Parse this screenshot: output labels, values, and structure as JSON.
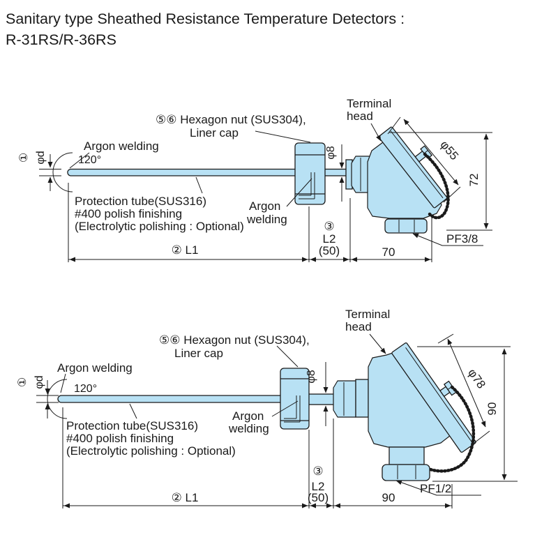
{
  "title": {
    "line1": "Sanitary type Sheathed Resistance Temperature Detectors :",
    "line2": "R-31RS/R-36RS"
  },
  "colors": {
    "steel_fill": "#b8e1f4",
    "line": "#1a1a1a"
  },
  "top": {
    "labels": {
      "argon_tip": "Argon welding",
      "angle": "120°",
      "item1": "①",
      "phi_d": "φd",
      "hexnut1": "⑤⑥ Hexagon nut (SUS304),",
      "hexnut2": "Liner cap",
      "head1": "Terminal",
      "head2": "head",
      "prot1": "Protection tube(SUS316)",
      "prot2": "#400 polish finishing",
      "prot3": "(Electrolytic polishing : Optional)",
      "argon_nut1": "Argon",
      "argon_nut2": "welding",
      "phi8": "φ8",
      "cap_dia": "φ55",
      "head_h": "72",
      "thread": "PF3/8",
      "l1": "② L1",
      "item3": "③",
      "l2": "L2",
      "l2p": "(50)",
      "head_w": "70"
    }
  },
  "bottom": {
    "labels": {
      "argon_tip": "Argon welding",
      "angle": "120°",
      "item1": "①",
      "phi_d": "φd",
      "hexnut1": "⑤⑥ Hexagon nut (SUS304),",
      "hexnut2": "Liner cap",
      "head1": "Terminal",
      "head2": "head",
      "prot1": "Protection tube(SUS316)",
      "prot2": "#400 polish finishing",
      "prot3": "(Electrolytic polishing : Optional)",
      "argon_nut1": "Argon",
      "argon_nut2": "welding",
      "phi8": "φ8",
      "cap_dia": "φ78",
      "head_h": "90",
      "thread": "PF1/2",
      "l1": "② L1",
      "item3": "③",
      "l2": "L2",
      "l2p": "(50)",
      "head_w": "90"
    }
  }
}
